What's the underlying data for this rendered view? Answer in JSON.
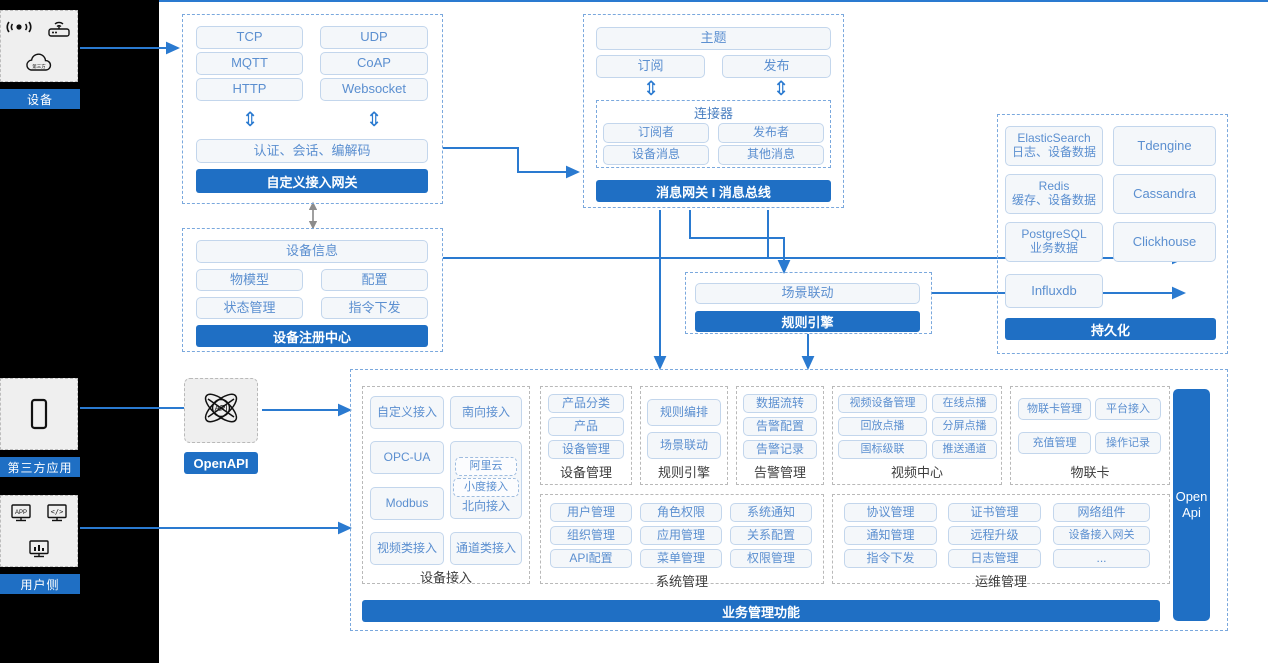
{
  "rail": {
    "groups": [
      {
        "label": "设备",
        "icons": [
          "wifi-signal-icon",
          "router-icon",
          "cloud-icon"
        ]
      },
      {
        "label": "第三方应用",
        "icons": [
          "mobile-phone-icon"
        ]
      },
      {
        "label": "用户侧",
        "icons": [
          "app-window-icon",
          "code-window-icon",
          "dashboard-chart-icon"
        ]
      }
    ]
  },
  "gateway": {
    "protocols": [
      "TCP",
      "UDP",
      "MQTT",
      "CoAP",
      "HTTP",
      "Websocket"
    ],
    "middle": "认证、会话、编解码",
    "title": "自定义接入网关"
  },
  "message_bus": {
    "topic": "主题",
    "subscribe": "订阅",
    "publish": "发布",
    "connector_title": "连接器",
    "connector_items": [
      "订阅者",
      "发布者",
      "设备消息",
      "其他消息"
    ],
    "title": "消息网关 I 消息总线"
  },
  "registry": {
    "header": "设备信息",
    "items": [
      "物模型",
      "配置",
      "状态管理",
      "指令下发"
    ],
    "title": "设备注册中心"
  },
  "rule_engine": {
    "item": "场景联动",
    "title": "规则引擎"
  },
  "persistence": {
    "left": [
      {
        "name": "ElasticSearch",
        "desc": "日志、设备数据"
      },
      {
        "name": "Redis",
        "desc": "缓存、设备数据"
      },
      {
        "name": "PostgreSQL",
        "desc": "业务数据"
      },
      {
        "name": "Influxdb",
        "desc": ""
      }
    ],
    "right": [
      "Tdengine",
      "Cassandra",
      "Clickhouse"
    ],
    "title": "持久化"
  },
  "openapi": {
    "icon": "api-atom-icon",
    "label": "OpenAPI"
  },
  "open_api_side": {
    "line1": "Open",
    "line2": "Api"
  },
  "business": {
    "device_access": {
      "caption": "设备接入",
      "left": [
        "自定义接入",
        "OPC-UA",
        "Modbus",
        "视频类接入"
      ],
      "right": [
        "南向接入",
        "北向接入",
        "通道类接入"
      ],
      "nested": [
        "阿里云",
        "小度接入"
      ]
    },
    "device_management": {
      "caption": "设备管理",
      "items": [
        "产品分类",
        "产品",
        "设备管理"
      ]
    },
    "rule_engine": {
      "caption": "规则引擎",
      "items": [
        "规则编排",
        "场景联动"
      ]
    },
    "alarm_management": {
      "caption": "告警管理",
      "items": [
        "数据流转",
        "告警配置",
        "告警记录"
      ]
    },
    "video_center": {
      "caption": "视频中心",
      "items": [
        "视频设备管理",
        "在线点播",
        "回放点播",
        "分屏点播",
        "国标级联",
        "推送通道"
      ]
    },
    "iot_card": {
      "caption": "物联卡",
      "items": [
        "物联卡管理",
        "平台接入",
        "充值管理",
        "操作记录"
      ]
    },
    "system_management": {
      "caption": "系统管理",
      "items": [
        "用户管理",
        "角色权限",
        "系统通知",
        "组织管理",
        "应用管理",
        "关系配置",
        "API配置",
        "菜单管理",
        "权限管理"
      ]
    },
    "ops_management": {
      "caption": "运维管理",
      "items": [
        "协议管理",
        "证书管理",
        "网络组件",
        "通知管理",
        "远程升级",
        "设备接入网关",
        "指令下发",
        "日志管理",
        "..."
      ]
    },
    "footer": "业务管理功能"
  },
  "colors": {
    "accent": "#1f6fc4",
    "chip_border": "#c3d6ec",
    "chip_bg": "#f4f7fa",
    "chip_text": "#5b8fd0",
    "dashed_blue": "#7aa8dd",
    "dashed_gray": "#b9b9b9",
    "rail_bg": "#000000"
  }
}
